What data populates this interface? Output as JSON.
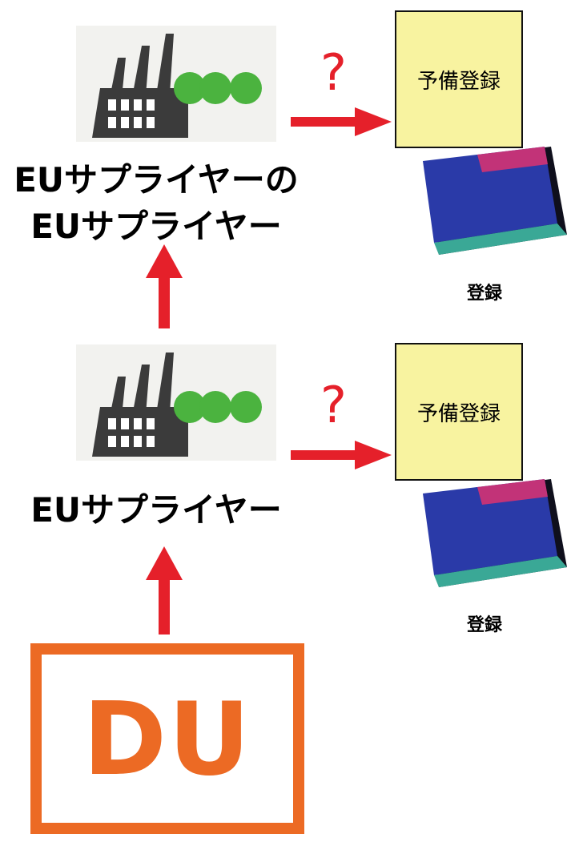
{
  "diagram": {
    "top_supplier_label": "EUサプライヤーの\nEUサプライヤー",
    "middle_supplier_label": "EUサプライヤー",
    "downstream_user_label": "DU",
    "question_mark": "?",
    "pre_registration_label": "予備登録",
    "registration_label": "登録"
  },
  "colors": {
    "arrow": "#e5202a",
    "du_orange": "#ec6a24",
    "prereg_fill": "#f8f3a0",
    "factory_green": "#4bb33f",
    "book_blue": "#2a3aa8"
  },
  "icons": [
    "factory-icon",
    "registration-book-icon"
  ]
}
